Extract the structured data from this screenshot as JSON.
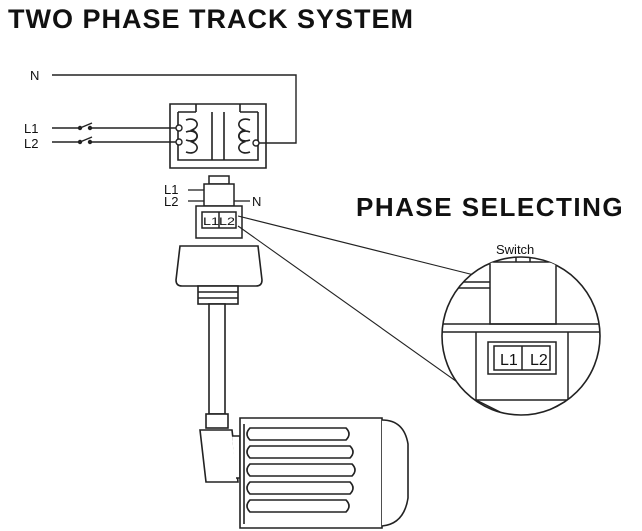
{
  "title": "TWO PHASE TRACK SYSTEM",
  "subtitle": "PHASE SELECTING",
  "wiring": {
    "neutral_label": "N",
    "line1_label": "L1",
    "line2_label": "L2"
  },
  "adapter": {
    "line1_label": "L1",
    "line2_label": "L2",
    "neutral_label": "N",
    "switch_text": "L1L2"
  },
  "detail": {
    "switch_label": "Switch",
    "phase1_label": "L1",
    "phase2_label": "L2"
  }
}
